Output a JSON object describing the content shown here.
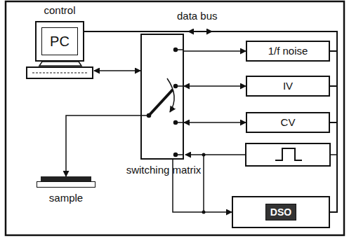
{
  "diagram": {
    "nodes": [
      {
        "text": [
          "control",
          "PC"
        ]
      },
      {
        "text": [
          "switching matrix"
        ]
      },
      {
        "text": [
          "sample"
        ]
      },
      {
        "text": [
          "1/f noise"
        ]
      },
      {
        "text": [
          "IV"
        ]
      },
      {
        "text": [
          "CV"
        ]
      },
      {
        "text": [
          "DSO"
        ]
      }
    ],
    "edges": [
      {
        "from": 0,
        "to": 1,
        "arrow": "both"
      },
      {
        "from": 1,
        "to": 2,
        "arrow": "to"
      },
      {
        "from": 1,
        "to": 3,
        "arrow": "to"
      },
      {
        "from": 1,
        "to": 4,
        "arrow": "both"
      },
      {
        "from": 1,
        "to": 5,
        "arrow": "both"
      },
      {
        "from": 1,
        "to": 6,
        "arrow": "to"
      },
      {
        "from": 0,
        "to": 3,
        "arrow": "none"
      },
      {
        "from": 0,
        "to": 4,
        "arrow": "none"
      },
      {
        "from": 0,
        "to": 5,
        "arrow": "none"
      },
      {
        "from": 0,
        "to": 6,
        "arrow": "none"
      }
    ],
    "labels": [
      "data bus"
    ]
  }
}
